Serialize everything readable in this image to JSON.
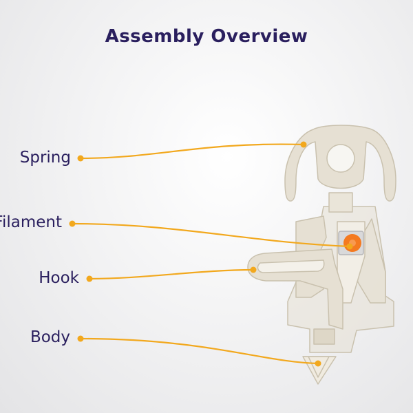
{
  "title": "Assembly Overview",
  "labels": {
    "spring": "Spring",
    "filament": "Filament",
    "hook": "Hook",
    "body": "Body"
  },
  "colors": {
    "title": "#2a1f5e",
    "leader": "#f2a81d",
    "part_fill": "#e6e0d3",
    "part_stroke": "#c9c1ae",
    "filament": "#f47a20"
  }
}
